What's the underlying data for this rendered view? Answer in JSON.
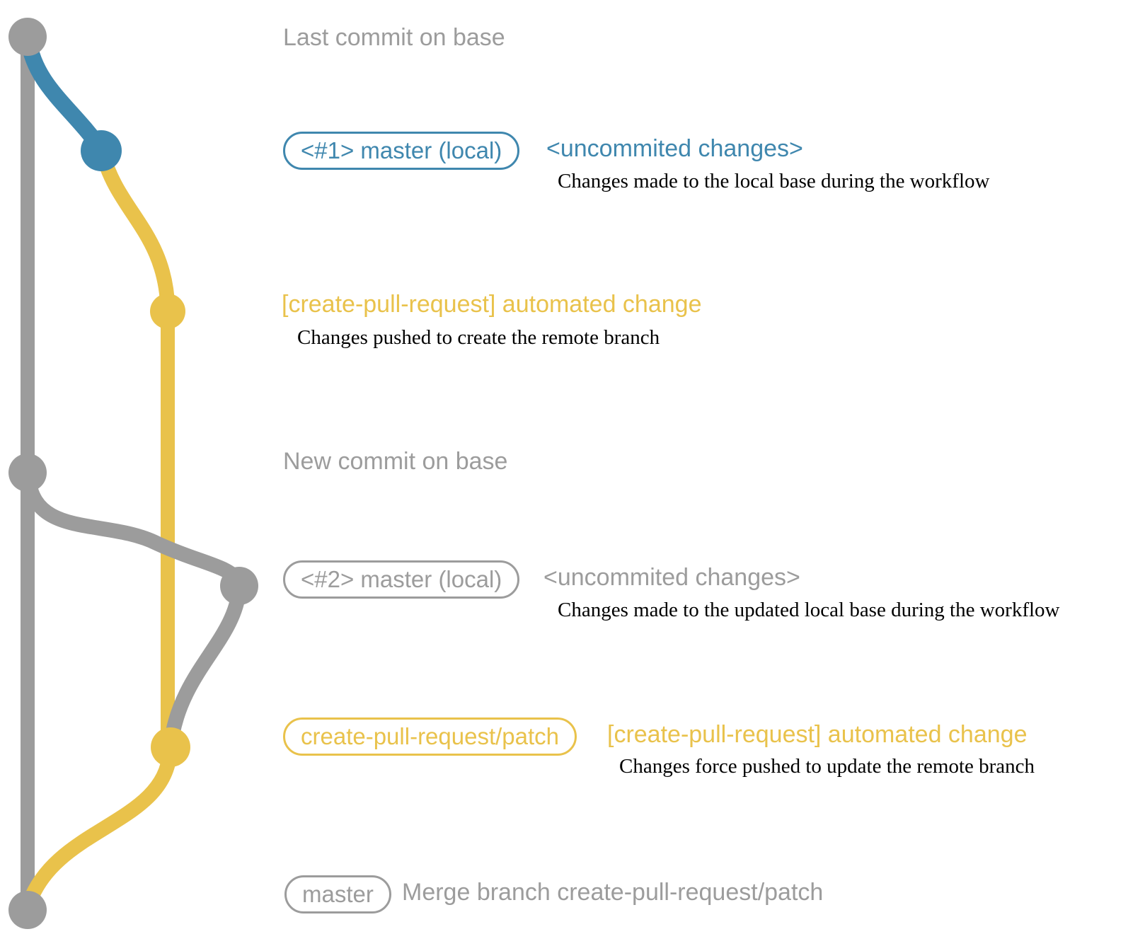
{
  "colors": {
    "gray": "#9c9c9c",
    "blue": "#3f87ae",
    "yellow": "#e9c24b",
    "text_dark": "#000000"
  },
  "rows": {
    "last_commit": {
      "caption": "Last commit on base"
    },
    "master_local_1": {
      "badge": "<#1> master (local)",
      "message": "<uncommited changes>",
      "description": "Changes made to the local base during the workflow"
    },
    "automated_change_1": {
      "message": "[create-pull-request] automated change",
      "description": "Changes pushed to create the remote branch"
    },
    "new_commit": {
      "caption": "New commit on base"
    },
    "master_local_2": {
      "badge": "<#2> master (local)",
      "message": "<uncommited changes>",
      "description": "Changes made to the updated local base during the workflow"
    },
    "patch_branch": {
      "badge": "create-pull-request/patch",
      "message": "[create-pull-request] automated change",
      "description": "Changes force pushed to update the remote branch"
    },
    "merge": {
      "badge": "master",
      "message": "Merge branch create-pull-request/patch"
    }
  }
}
